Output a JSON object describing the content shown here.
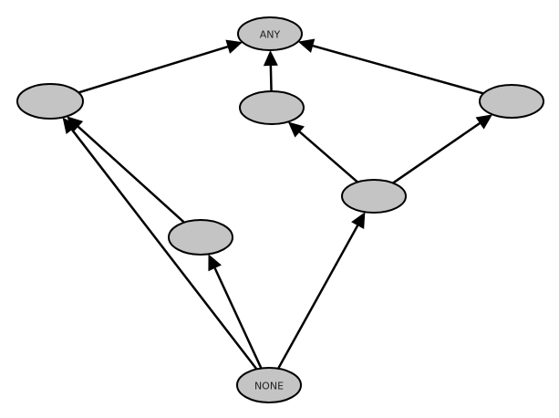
{
  "diagram": {
    "colors": {
      "node_fill": "#c4c4c4",
      "stroke": "#000000"
    },
    "nodes": [
      {
        "id": "any",
        "label": "ANY"
      },
      {
        "id": "left",
        "label": ""
      },
      {
        "id": "mid",
        "label": ""
      },
      {
        "id": "right",
        "label": ""
      },
      {
        "id": "center",
        "label": ""
      },
      {
        "id": "lower-left",
        "label": ""
      },
      {
        "id": "none",
        "label": "NONE"
      }
    ],
    "edges": [
      {
        "from": "left",
        "to": "any"
      },
      {
        "from": "mid",
        "to": "any"
      },
      {
        "from": "right",
        "to": "any"
      },
      {
        "from": "center",
        "to": "mid"
      },
      {
        "from": "center",
        "to": "right"
      },
      {
        "from": "lower-left",
        "to": "left"
      },
      {
        "from": "none",
        "to": "left"
      },
      {
        "from": "none",
        "to": "lower-left"
      },
      {
        "from": "none",
        "to": "center"
      }
    ]
  }
}
